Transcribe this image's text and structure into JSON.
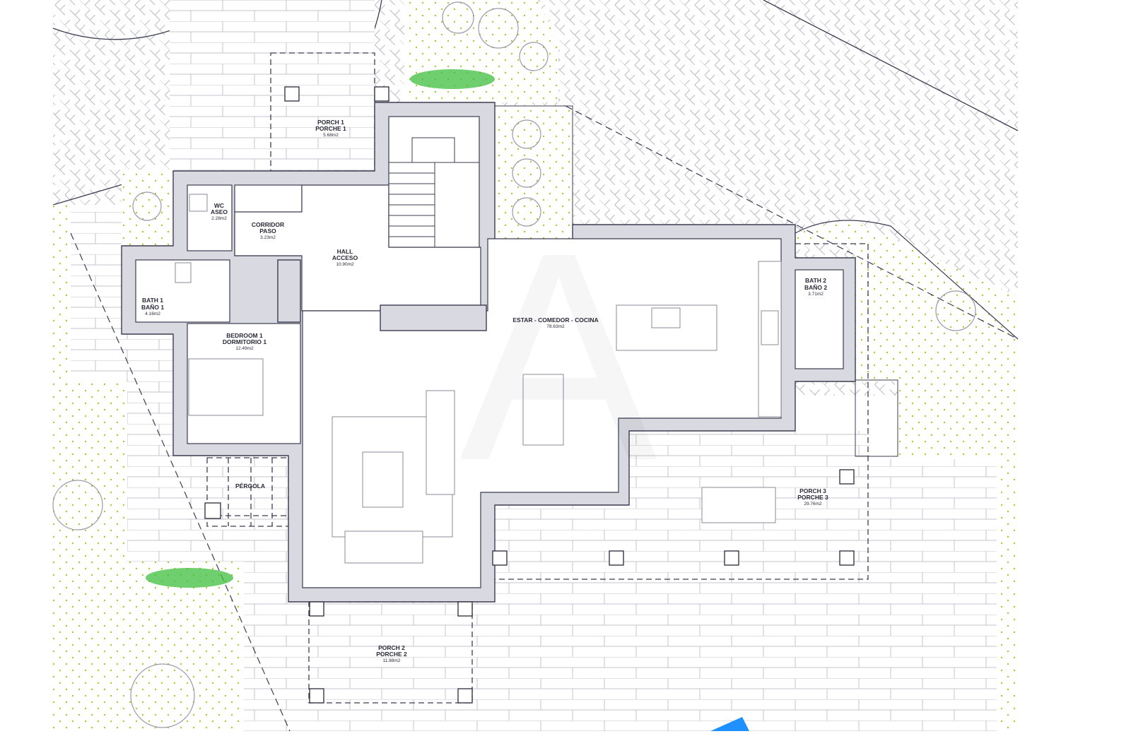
{
  "plan": {
    "rooms": {
      "porch1": {
        "name_en": "PORCH 1",
        "name_es": "PORCHE 1",
        "area": "5.68m2"
      },
      "wc": {
        "name_en": "WC",
        "name_es": "ASEO",
        "area": "2.28m2"
      },
      "corridor": {
        "name_en": "CORRIDOR",
        "name_es": "PASO",
        "area": "3.23m2"
      },
      "hall": {
        "name_en": "HALL",
        "name_es": "ACCESO",
        "area": "10.90m2"
      },
      "bath1": {
        "name_en": "BATH 1",
        "name_es": "BAÑO 1",
        "area": "4.16m2"
      },
      "bedroom1": {
        "name_en": "BEDROOM 1",
        "name_es": "DORMITORIO 1",
        "area": "12.49m2"
      },
      "living": {
        "name": "ESTAR - COMEDOR - COCINA",
        "area": "78.63m2"
      },
      "bath2": {
        "name_en": "BATH 2",
        "name_es": "BAÑO 2",
        "area": "3.71m2"
      },
      "pergola": {
        "name": "PÉRGOLA"
      },
      "porch2": {
        "name_en": "PORCH 2",
        "name_es": "PORCHE 2",
        "area": "11.88m2"
      },
      "porch3": {
        "name_en": "PORCH 3",
        "name_es": "PORCHE 3",
        "area": "29.76m2"
      }
    },
    "colors": {
      "wall": "#d9d9e1",
      "line": "#3c3c52",
      "garden_dot": "#b5c23a",
      "shrub": "#3fbf3f",
      "pool": "#1e90ff"
    }
  }
}
